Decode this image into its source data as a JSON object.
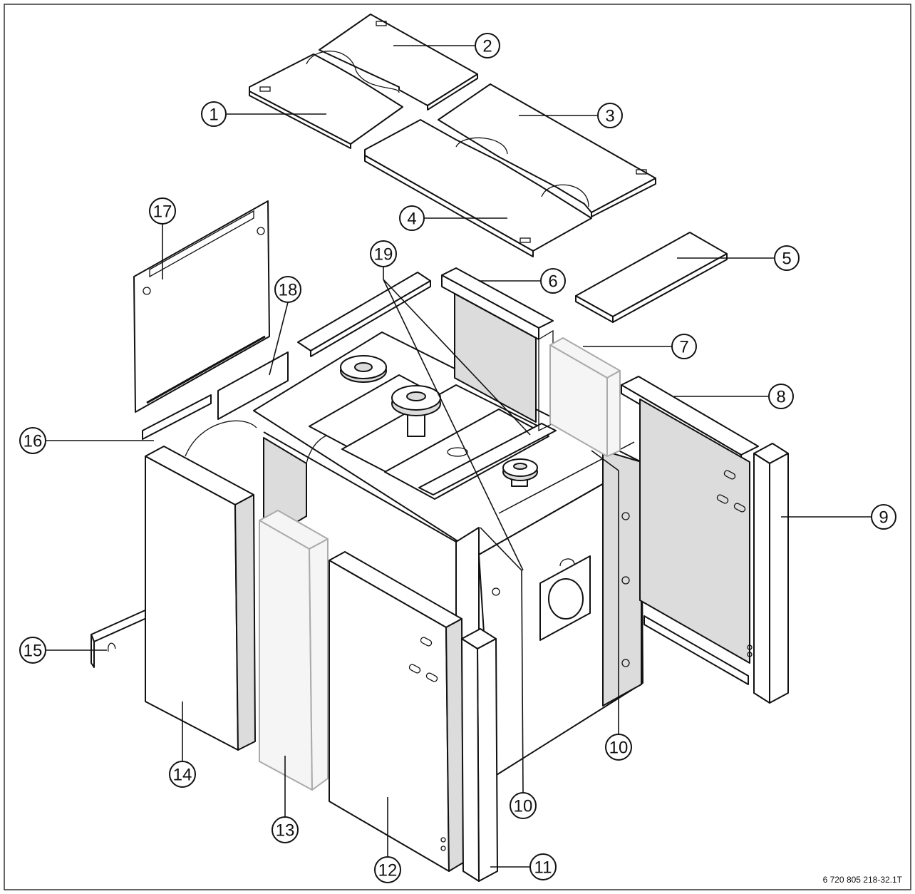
{
  "diagram": {
    "reference_code": "6 720 805 218-32.1T",
    "callouts": [
      {
        "id": "1",
        "label": "1"
      },
      {
        "id": "2",
        "label": "2"
      },
      {
        "id": "3",
        "label": "3"
      },
      {
        "id": "4",
        "label": "4"
      },
      {
        "id": "5",
        "label": "5"
      },
      {
        "id": "6",
        "label": "6"
      },
      {
        "id": "7",
        "label": "7"
      },
      {
        "id": "8",
        "label": "8"
      },
      {
        "id": "9",
        "label": "9"
      },
      {
        "id": "10a",
        "label": "10"
      },
      {
        "id": "10b",
        "label": "10"
      },
      {
        "id": "11",
        "label": "11"
      },
      {
        "id": "12",
        "label": "12"
      },
      {
        "id": "13",
        "label": "13"
      },
      {
        "id": "14",
        "label": "14"
      },
      {
        "id": "15",
        "label": "15"
      },
      {
        "id": "16",
        "label": "16"
      },
      {
        "id": "17",
        "label": "17"
      },
      {
        "id": "18",
        "label": "18"
      },
      {
        "id": "19",
        "label": "19"
      }
    ]
  }
}
